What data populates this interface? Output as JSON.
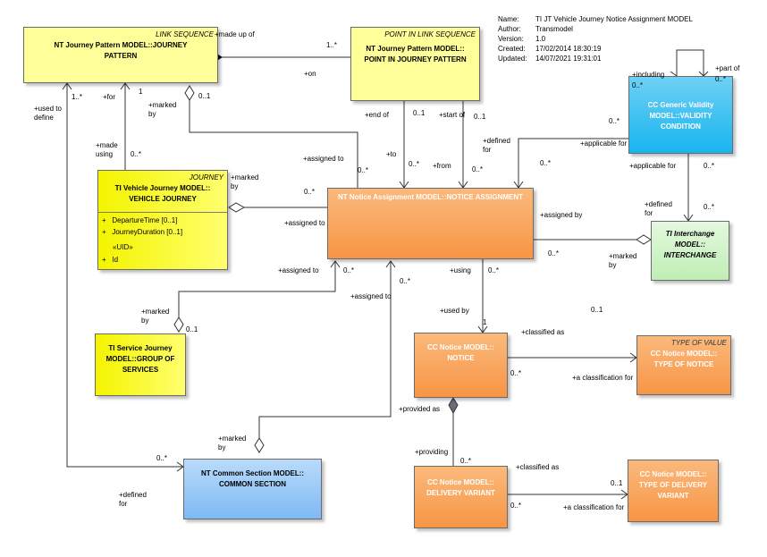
{
  "header": {
    "rows": [
      {
        "key": "Name:",
        "value": "TI JT Vehicle Journey Notice Assignment MODEL"
      },
      {
        "key": "Author:",
        "value": "Transmodel"
      },
      {
        "key": "Version:",
        "value": "1.0"
      },
      {
        "key": "Created:",
        "value": "17/02/2014 18:30:19"
      },
      {
        "key": "Updated:",
        "value": "14/07/2021 19:31:01"
      }
    ]
  },
  "classes": {
    "journey_pattern": {
      "stereotype": "LINK SEQUENCE",
      "title": "NT Journey Pattern MODEL::JOURNEY PATTERN"
    },
    "point_in_jp": {
      "stereotype": "POINT IN LINK SEQUENCE",
      "title": "NT Journey Pattern MODEL:: POINT IN JOURNEY PATTERN"
    },
    "validity": {
      "title": "CC Generic Validity MODEL::VALIDITY CONDITION"
    },
    "vehicle_journey": {
      "stereotype": "JOURNEY",
      "title": "TI Vehicle Journey MODEL:: VEHICLE JOURNEY",
      "attrs": [
        {
          "vis": "+",
          "text": "DepartureTime [0..1]"
        },
        {
          "vis": "+",
          "text": "JourneyDuration [0..1]"
        },
        {
          "vis": "",
          "text": "«UID»"
        },
        {
          "vis": "+",
          "text": "Id"
        }
      ]
    },
    "notice_assignment": {
      "title": "NT Notice Assignment MODEL::NOTICE ASSIGNMENT"
    },
    "interchange": {
      "title": "TI Interchange MODEL:: INTERCHANGE"
    },
    "group_services": {
      "title": "TI Service Journey MODEL::GROUP OF SERVICES"
    },
    "notice": {
      "title": "CC Notice MODEL:: NOTICE"
    },
    "type_notice": {
      "stereotype": "TYPE OF VALUE",
      "title": "CC Notice MODEL:: TYPE OF NOTICE"
    },
    "common_section": {
      "title": "NT Common Section MODEL:: COMMON SECTION"
    },
    "delivery_variant": {
      "title": "CC Notice MODEL:: DELIVERY VARIANT"
    },
    "type_delivery": {
      "title": "CC Notice MODEL:: TYPE OF DELIVERY VARIANT"
    }
  },
  "labels": [
    "+made up of",
    "1..*",
    "+on",
    "+used to define",
    "1..*",
    "+for",
    "1",
    "0..1",
    "+marked by",
    "+made using",
    "0..*",
    "+end of",
    "0..1",
    "+start of",
    "0..1",
    "+assigned to",
    "0..*",
    "+to",
    "0..*",
    "+from",
    "0..*",
    "+defined for",
    "0..*",
    "+applicable for",
    "+including",
    "0..*",
    "+part of",
    "0..*",
    "0..*",
    "+applicable for",
    "0..*",
    "+marked by",
    "0..*",
    "+assigned to",
    "+assigned by",
    "+defined for",
    "0..*",
    "0..*",
    "+marked by",
    "+assigned to",
    "0..*",
    "+using",
    "0..*",
    "+assigned to",
    "0..*",
    "+marked by",
    "0..1",
    "+used by",
    "1",
    "0..1",
    "+classified as",
    "0..*",
    "+a classification for",
    "+provided as",
    "+marked by",
    "0..*",
    "+providing",
    "0..*",
    "+classified as",
    "0..1",
    "+defined for",
    "0..*",
    "+a classification for"
  ]
}
